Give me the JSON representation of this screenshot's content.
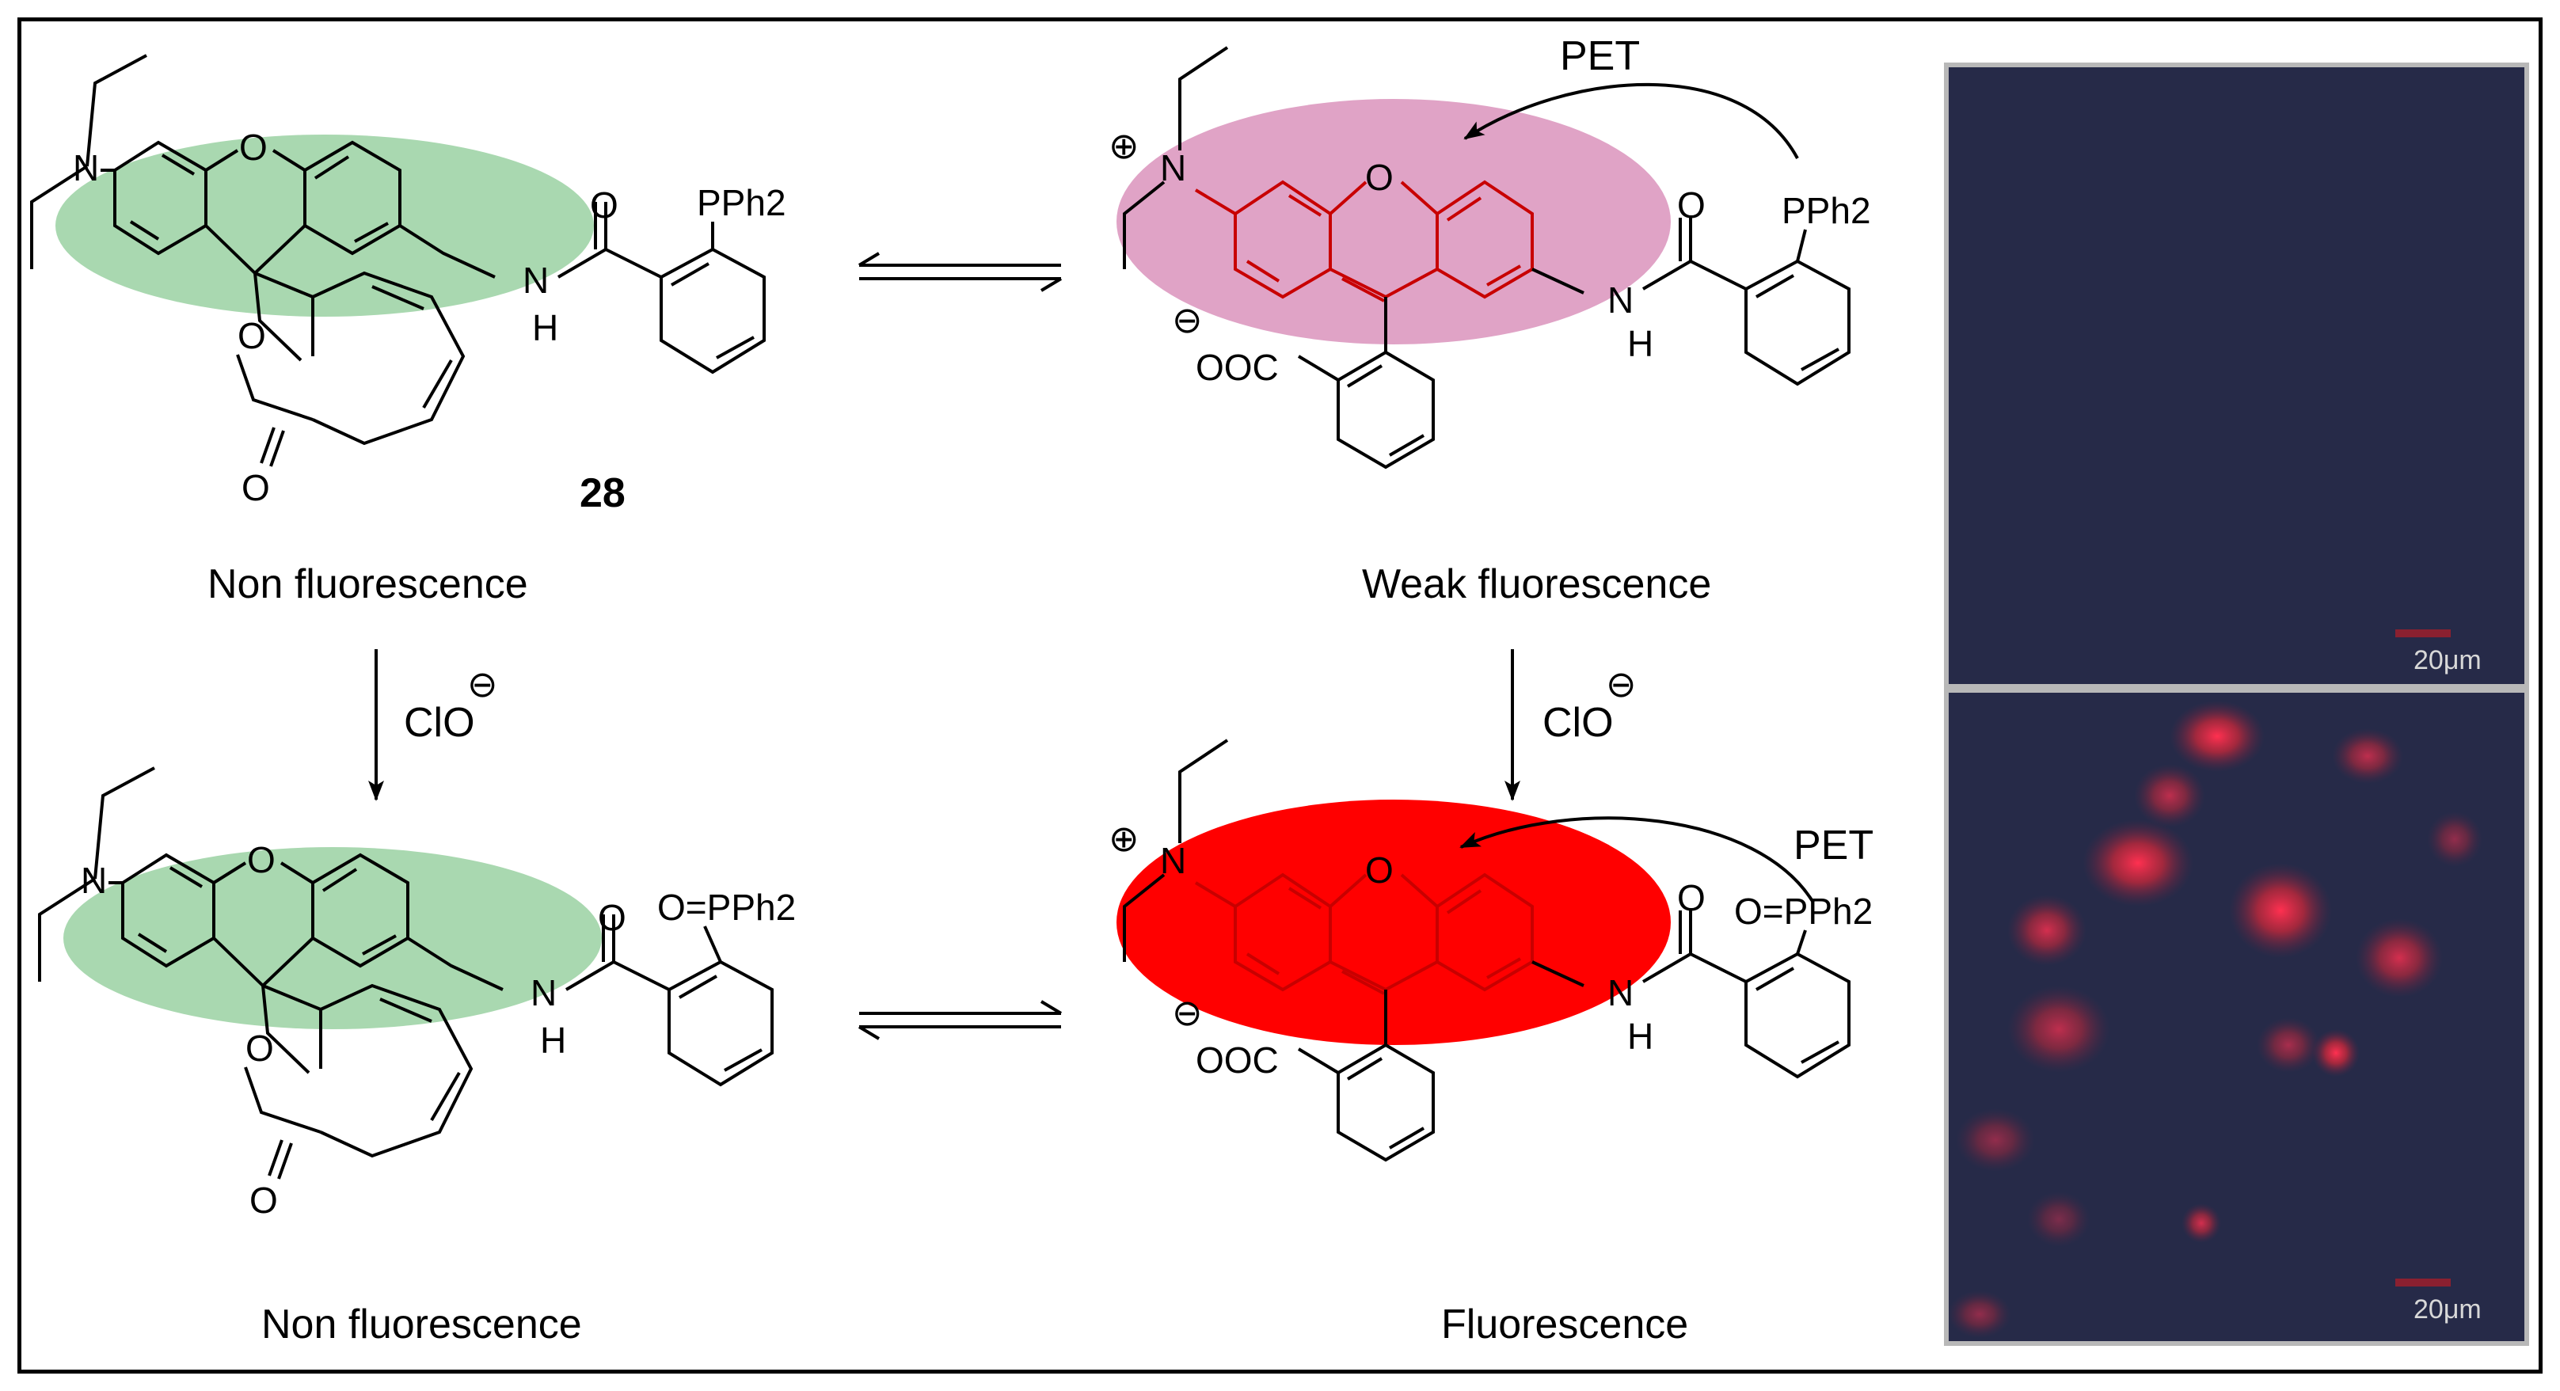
{
  "compound_number": "28",
  "states": {
    "top_left": {
      "label": "Non fluorescence",
      "substituent": "PPh2"
    },
    "top_right": {
      "label": "Weak fluorescence",
      "substituent": "PPh2",
      "pet_label": "PET"
    },
    "bottom_left": {
      "label": "Non fluorescence",
      "substituent": "O=PPh2"
    },
    "bottom_right": {
      "label": "Fluorescence",
      "substituent": "O=PPh2",
      "pet_label": "PET"
    }
  },
  "reagent": "ClO",
  "atoms": {
    "N": "N",
    "O": "O",
    "H": "H",
    "OOC": "OOC",
    "P": "P",
    "Ph": "Ph",
    "two": "2",
    "O_eq": "O="
  },
  "micrographs": {
    "top_scale": "20μm",
    "bottom_scale": "20μm"
  },
  "colors": {
    "green_highlight": "#a9d8b0",
    "pink_highlight": "#e0a3c6",
    "red_highlight": "#ff0000",
    "micrograph_bg": "#262a48",
    "micrograph_spot": "#ff3050"
  }
}
